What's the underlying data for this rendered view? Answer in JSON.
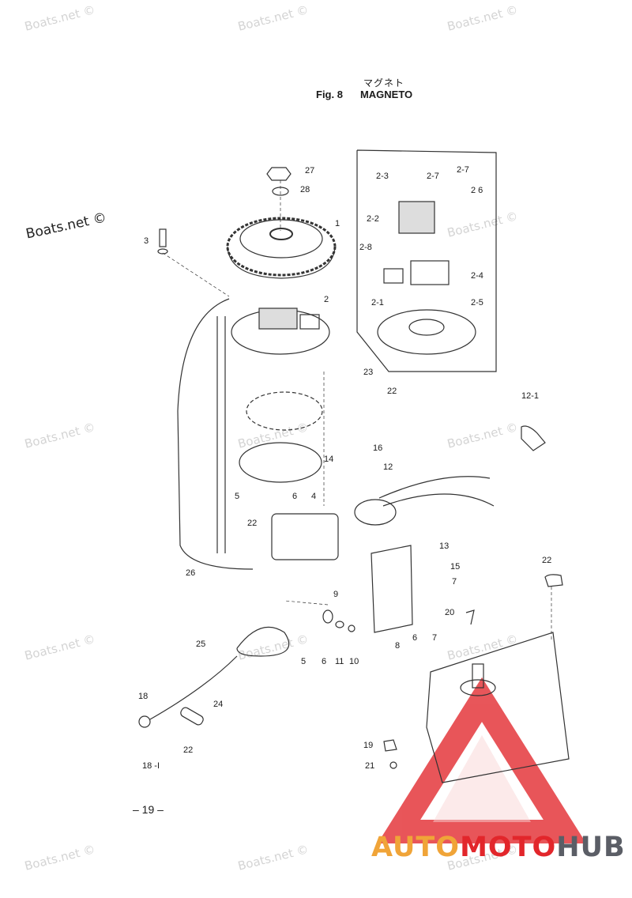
{
  "watermarks": [
    "Boats.net ©",
    "Boats.net ©",
    "Boats.net ©",
    "Boats.net ©",
    "Boats.net ©",
    "Boats.net ©",
    "Boats.net ©",
    "Boats.net ©",
    "Boats.net ©",
    "Boats.net ©",
    "Boats.net ©",
    "Boats.net ©",
    "Boats.net ©"
  ],
  "watermark_bold": "Boats.net ©",
  "figure": {
    "title_jp": "マグネト",
    "number": "Fig. 8",
    "title": "MAGNETO",
    "page": "– 19 –"
  },
  "brand": {
    "part1": "AUTO",
    "part2": "MOTO",
    "part3": "HUB",
    "colors": {
      "auto": "#f0a438",
      "moto": "#e2262b",
      "hub": "#5b5e66"
    }
  },
  "callouts": [
    "27",
    "28",
    "1",
    "3",
    "2",
    "2-3",
    "2-7",
    "2-7",
    "2 6",
    "2-2",
    "2-8",
    "2-4",
    "2-1",
    "2-5",
    "23",
    "22",
    "12-1",
    "16",
    "14",
    "12",
    "5",
    "6",
    "4",
    "22",
    "13",
    "15",
    "7",
    "26",
    "9",
    "20",
    "6",
    "7",
    "25",
    "5",
    "6",
    "11",
    "10",
    "8",
    "22",
    "18",
    "24",
    "22",
    "18 -I",
    "19",
    "21"
  ]
}
